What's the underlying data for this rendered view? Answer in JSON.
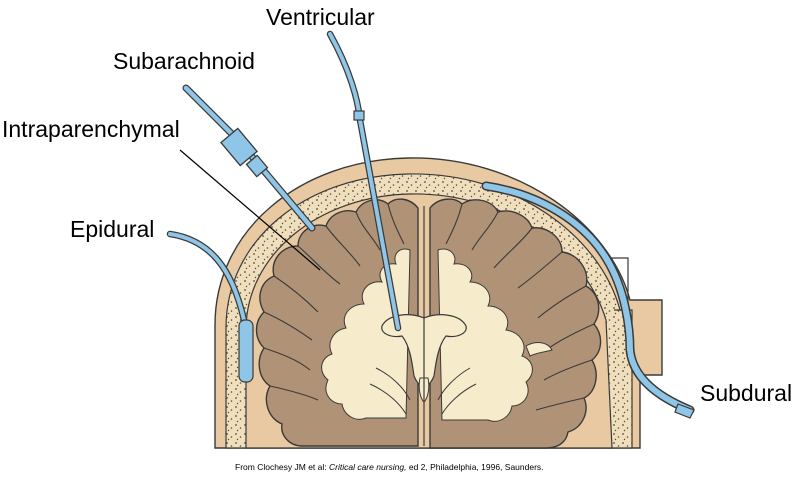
{
  "labels": {
    "ventricular": "Ventricular",
    "subarachnoid": "Subarachnoid",
    "intraparenchymal": "Intraparenchymal",
    "epidural": "Epidural",
    "subdural": "Subdural"
  },
  "citation": {
    "prefix": "From Clochesy JM et al: ",
    "title": "Critical care nursing,",
    "suffix": " ed 2, Philadelphia, 1996, Saunders."
  },
  "colors": {
    "scalp": "#e8c9a2",
    "bone": "#f0dfbd",
    "brain": "#b09377",
    "white_matter": "#f6eccb",
    "catheter": "#8fc6e8",
    "outline": "#3a3a3a"
  }
}
